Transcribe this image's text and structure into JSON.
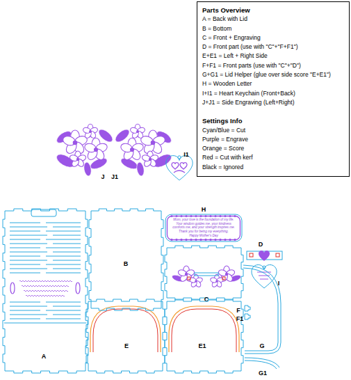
{
  "diagram": {
    "nodes": [
      {
        "text": [
          "Parts Overview",
          "A = Back with Lid",
          "B = Bottom",
          "C = Front + Engraving",
          "D = Front part (use with \"C\"+\"F+F1\")",
          "E+E1 = Left + Right Side",
          "F+F1 = Front parts (use with \"C\"+\"D\")",
          "G+G1 = Lid Helper (glue over side score \"E+E1\")",
          "H = Wooden Letter",
          "I+I1 = Heart Keychain (Front+Back)",
          "J+J1 = Side Engraving (Left+Right)",
          "Settings Info",
          "Cyan/Blue = Cut",
          "Purple = Engrave",
          "Orange = Score",
          "Red = Cut with kerf",
          "Black = Ignored"
        ]
      },
      {
        "text": [
          "H",
          "Mom, your love is the foundation of my life. Your wisdom guides me, your kindness comforts me, and your strength inspires me. Thank you for being my everything.",
          "Happy Mother's Day"
        ]
      },
      {
        "text": [
          "B"
        ]
      },
      {
        "text": [
          "C"
        ]
      },
      {
        "text": [
          "A"
        ]
      },
      {
        "text": [
          "E"
        ]
      },
      {
        "text": [
          "E1"
        ]
      }
    ],
    "labels": [
      "J",
      "J1",
      "I1",
      "D",
      "I",
      "F",
      "F1",
      "G",
      "G1"
    ]
  }
}
